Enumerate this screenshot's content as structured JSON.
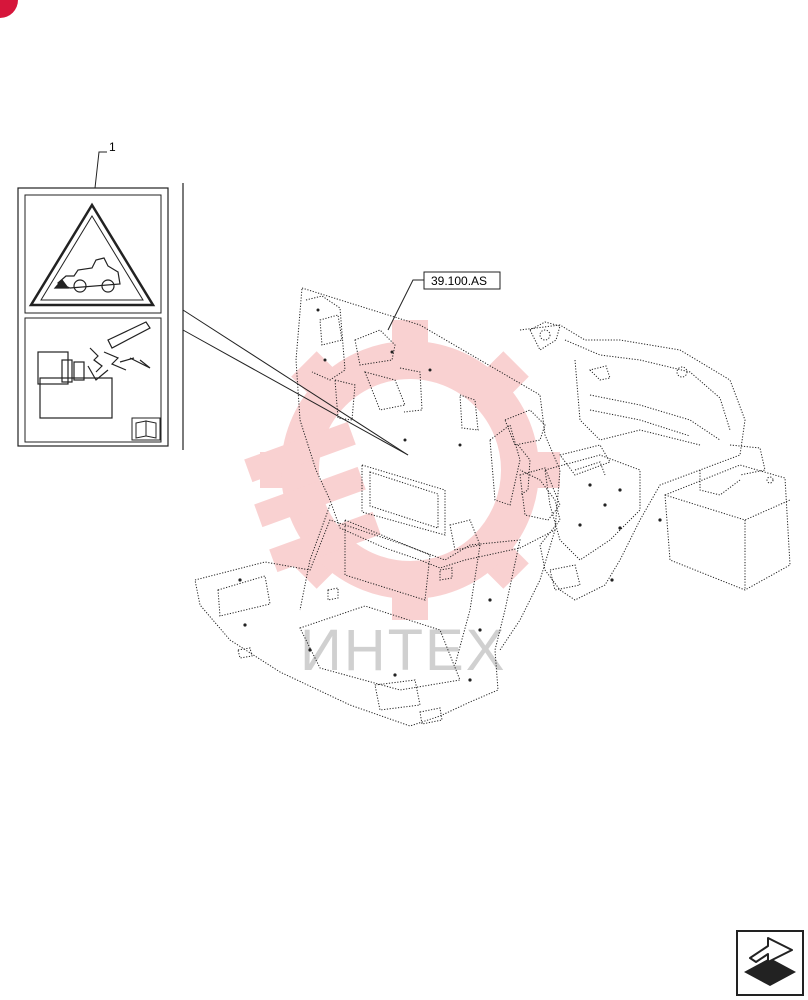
{
  "diagram": {
    "callout_number": "1",
    "reference_label": "39.100.AS",
    "watermark_text": "ИНТЕХ",
    "colors": {
      "corner_mark": "#d6163b",
      "watermark": "#f29a9a",
      "watermark_text": "#d0d0d0",
      "line": "#222222"
    },
    "icons": [
      "warning-triangle-icon",
      "loader-vehicle-icon",
      "electric-shock-icon",
      "manual-book-icon",
      "next-page-arrow-icon"
    ]
  }
}
